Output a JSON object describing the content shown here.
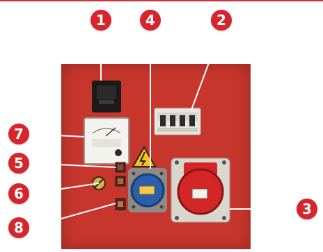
{
  "callouts": [
    {
      "id": "1",
      "label": "1",
      "part": "meter-housing"
    },
    {
      "id": "2",
      "label": "2",
      "part": "circuit-breakers"
    },
    {
      "id": "3",
      "label": "3",
      "part": "red-three-phase-socket"
    },
    {
      "id": "4",
      "label": "4",
      "part": "blue-single-phase-socket"
    },
    {
      "id": "5",
      "label": "5",
      "part": "upper-indicator"
    },
    {
      "id": "6",
      "label": "6",
      "part": "rotary-switch"
    },
    {
      "id": "7",
      "label": "7",
      "part": "analog-voltmeter"
    },
    {
      "id": "8",
      "label": "8",
      "part": "lower-indicator"
    }
  ],
  "colors": {
    "panel": "#c7362d",
    "badge": "#d6262b",
    "callout_line": "#ffffff",
    "breaker_box": "#e8e6df",
    "red_socket": "#d42624",
    "blue_socket": "#2a5fae",
    "warning_sign": "#f3c21b"
  }
}
